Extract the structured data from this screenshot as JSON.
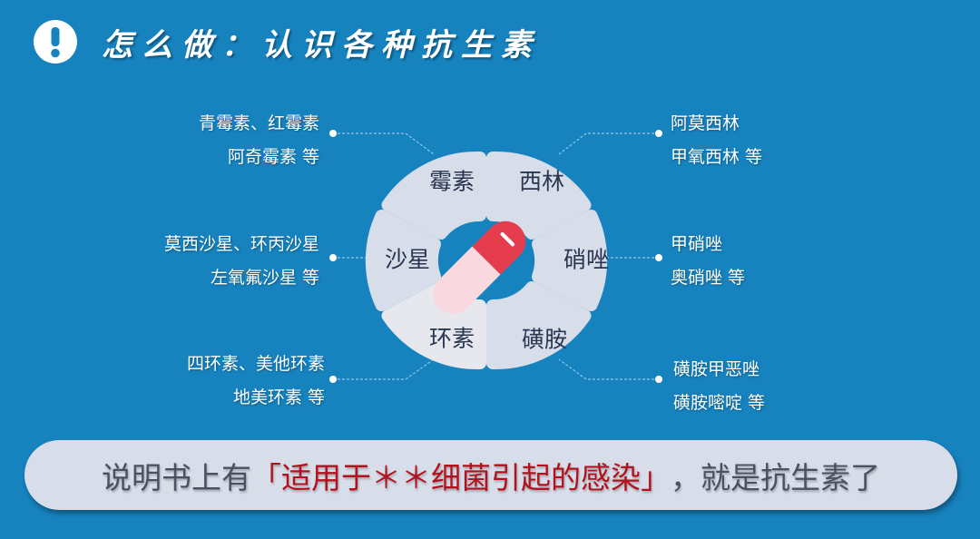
{
  "header": {
    "icon": "exclamation-circle-icon",
    "title": "怎么做：认识各种抗生素"
  },
  "wheel": {
    "center_icon": "capsule-icon",
    "segments": [
      {
        "label": "霉素",
        "position": "top-left"
      },
      {
        "label": "西林",
        "position": "top-right"
      },
      {
        "label": "沙星",
        "position": "left"
      },
      {
        "label": "硝唑",
        "position": "right"
      },
      {
        "label": "环素",
        "position": "bottom-left"
      },
      {
        "label": "磺胺",
        "position": "bottom-right"
      }
    ]
  },
  "descriptions": {
    "meisu": {
      "line1": "青霉素、红霉素",
      "line2": "阿奇霉素 等"
    },
    "xilin": {
      "line1": "阿莫西林",
      "line2": "甲氧西林 等"
    },
    "shaxing": {
      "line1": "莫西沙星、环丙沙星",
      "line2": "左氧氟沙星 等"
    },
    "xiaozuo": {
      "line1": "甲硝唑",
      "line2": "奥硝唑 等"
    },
    "huansu": {
      "line1": "四环素、美他环素",
      "line2": "地美环素 等"
    },
    "huangan": {
      "line1": "磺胺甲恶唑",
      "line2": "磺胺嘧啶 等"
    }
  },
  "banner": {
    "prefix": "说明书上有",
    "highlight": "「适用于＊＊细菌引起的感染」",
    "suffix": "，就是抗生素了"
  },
  "colors": {
    "background": "#1683bf",
    "segment": "#d7dde9",
    "segment_highlight": "#e6e8ee",
    "capsule_red": "#e63d4e",
    "capsule_pink": "#f9d9df",
    "highlight_text": "#b3121c"
  }
}
